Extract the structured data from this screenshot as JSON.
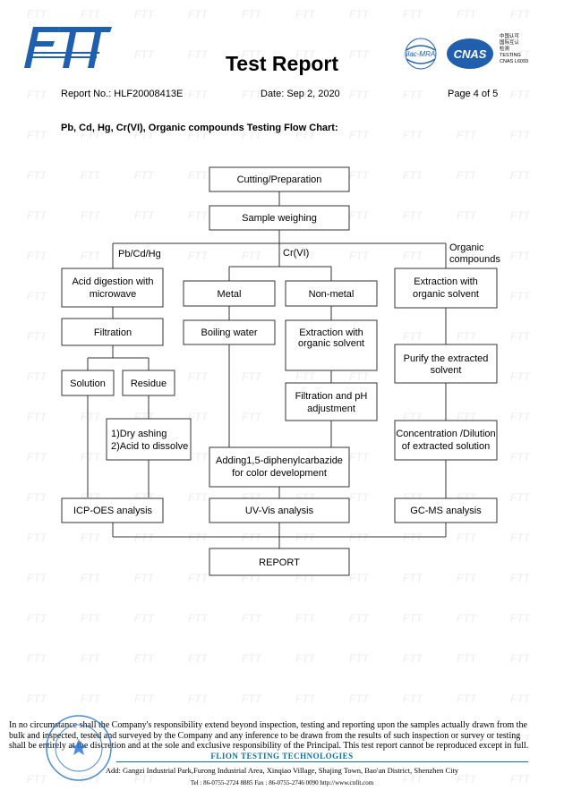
{
  "header": {
    "logo_text": "FTT",
    "title": "Test Report",
    "report_no": "Report No.: HLF20008413E",
    "date": "Date: Sep 2, 2020",
    "page": "Page 4 of 5",
    "ilac_text": "ilac-MRA",
    "cnas_text": "CNAS",
    "cnas_lines": [
      "中国认可",
      "国际互认",
      "检测",
      "TESTING",
      "CNAS L6093"
    ]
  },
  "heading": "Pb, Cd, Hg, Cr(VI), Organic compounds Testing Flow Chart:",
  "flow": {
    "cutting": "Cutting/Preparation",
    "weighing": "Sample weighing",
    "branch_pb": "Pb/Cd/Hg",
    "branch_cr": "Cr(VI)",
    "branch_org_1": "Organic",
    "branch_org_2": "compounds",
    "acid_1": "Acid digestion with",
    "acid_2": "microwave",
    "metal": "Metal",
    "nonmetal": "Non-metal",
    "extract_org_1": "Extraction with",
    "extract_org_2": "organic solvent",
    "filtration": "Filtration",
    "boiling": "Boiling water",
    "extract_nm_1": "Extraction with",
    "extract_nm_2": "organic solvent",
    "purify_1": "Purify the extracted",
    "purify_2": "solvent",
    "solution": "Solution",
    "residue": "Residue",
    "filt_ph_1": "Filtration and pH",
    "filt_ph_2": "adjustment",
    "dry_1": "1)Dry ashing",
    "dry_2": "2)Acid to dissolve",
    "conc_1": "Concentration /Dilution",
    "conc_2": "of extracted solution",
    "adding_1": "Adding1,5-diphenylcarbazide",
    "adding_2": "for color development",
    "icp": "ICP-OES analysis",
    "uv": "UV-Vis analysis",
    "gcms": "GC-MS analysis",
    "report": "REPORT"
  },
  "footer": {
    "disclaimer_1": "In no circumstance shall the Company's responsibility extend beyond inspection, testing and reporting upon the samples actually drawn from the",
    "disclaimer_2": "bulk and inspected, tested and surveyed by the Company and any inference to be drawn from the results of such inspection or survey or testing",
    "disclaimer_3": "shall be entirely at the discretion and at the sole and exclusive responsibility of the Principal. This test report cannot be reproduced except in full.",
    "company": "FLION TESTING TECHNOLOGIES",
    "address": "Add: Gangzi Industrial Park,Furong Industrial Area, Xinqiao Village, Shajing Town, Bao'an District, Shenzhen City",
    "tel": "Tel : 86-0755-2724 8885      Fax : 86-0755-2746 0090      http://www.cnfit.com"
  },
  "colors": {
    "brand_blue": "#1f5fae",
    "footer_blue": "#0e6fa8"
  }
}
